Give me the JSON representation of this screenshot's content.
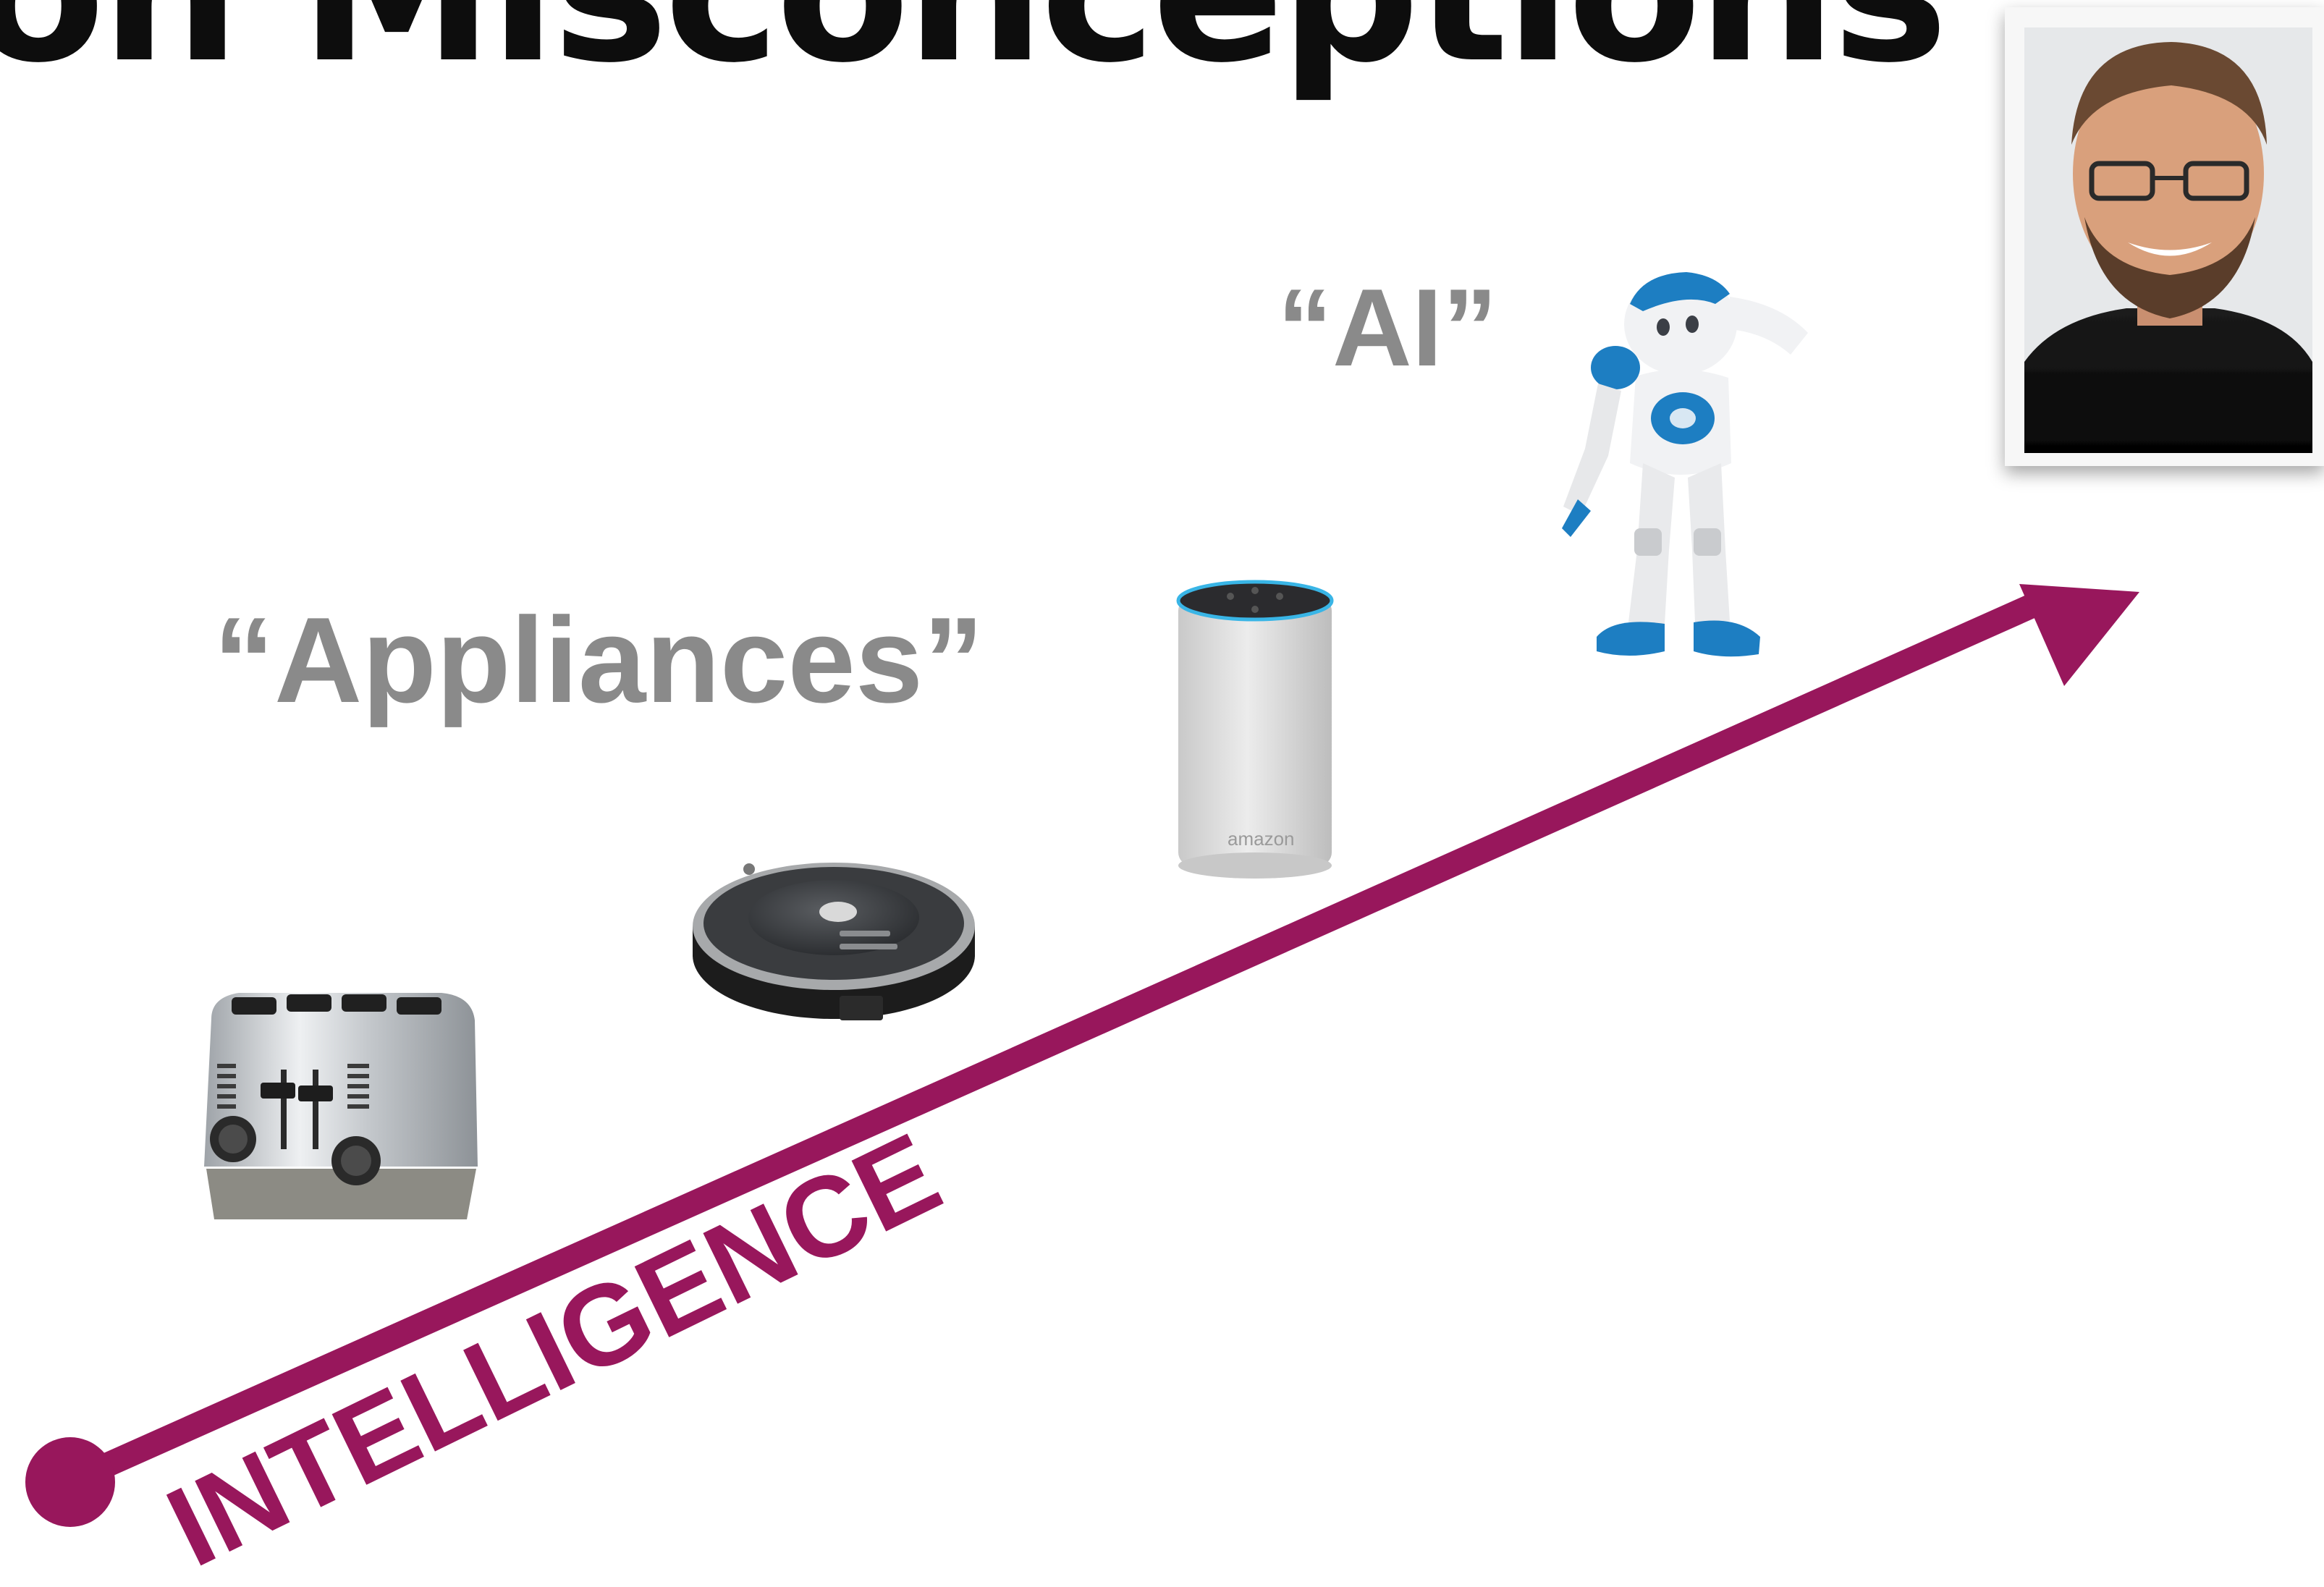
{
  "slide": {
    "title": "on Misconceptions",
    "label_appliances": "“Appliances”",
    "label_ai": "“AI”",
    "axis_label": "INTELLIGENCE",
    "speaker_logo": "amazon",
    "colors": {
      "accent": "#98175c",
      "label_gray": "#8a8a8a",
      "title": "#0d0d0d"
    },
    "icons": [
      "toaster-icon",
      "robot-vacuum-icon",
      "smart-speaker-icon",
      "humanoid-robot-icon",
      "portrait-photo"
    ]
  }
}
